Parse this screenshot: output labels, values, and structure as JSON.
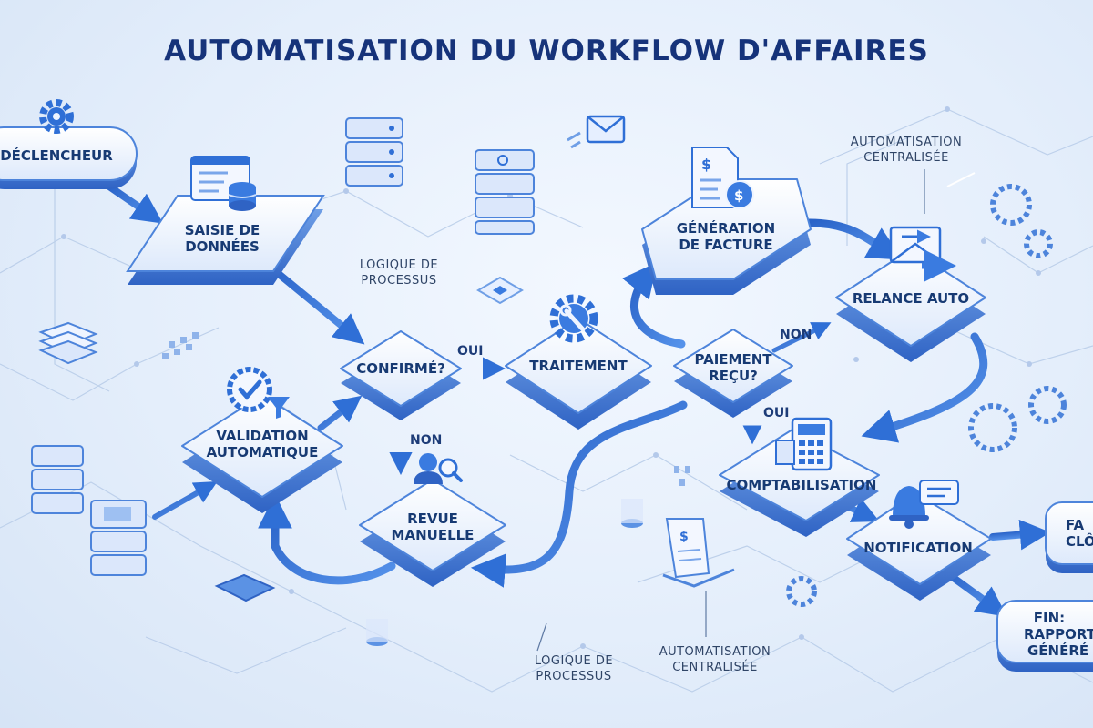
{
  "title": "AUTOMATISATION DU WORKFLOW D'AFFAIRES",
  "nodes": {
    "trigger": [
      "DÉCLENCHEUR"
    ],
    "data_entry": [
      "SAISIE DE",
      "DONNÉES"
    ],
    "confirmed": [
      "CONFIRMÉ?"
    ],
    "processing": [
      "TRAITEMENT"
    ],
    "invoice": [
      "GÉNÉRATION",
      "DE FACTURE"
    ],
    "reminder": [
      "RELANCE AUTO"
    ],
    "payment": [
      "PAIEMENT",
      "REÇU?"
    ],
    "validation": [
      "VALIDATION",
      "AUTOMATIQUE"
    ],
    "manual_review": [
      "REVUE",
      "MANUELLE"
    ],
    "accounting": [
      "COMPTABILISATION"
    ],
    "notification": [
      "NOTIFICATION"
    ],
    "closed": [
      "FA",
      "CLÔ"
    ],
    "end": [
      "FIN:",
      "RAPPORT",
      "GÉNÉRÉ"
    ]
  },
  "edge_labels": {
    "confirmed_yes": "OUI",
    "confirmed_no": "NON",
    "payment_no": "NON",
    "payment_yes": "OUI"
  },
  "annotations": {
    "logic_top": [
      "LOGIQUE DE",
      "PROCESSUS"
    ],
    "logic_bottom": [
      "LOGIQUE DE",
      "PROCESSUS"
    ],
    "central_top": [
      "AUTOMATISATION",
      "CENTRALISÉE"
    ],
    "central_bottom": [
      "AUTOMATISATION",
      "CENTRALISÉE"
    ]
  },
  "icons": {
    "trigger": "gear-icon",
    "data_entry": "form-database-icon",
    "processing": "wrench-gear-icon",
    "invoice": "invoice-dollar-icon",
    "reminder": "email-arrow-icon",
    "validation": "check-filter-icon",
    "manual_review": "person-magnifier-icon",
    "accounting": "calculator-icon",
    "notification": "bell-chat-icon"
  },
  "colors": {
    "accent": "#2f6fd6",
    "arrow": "#3b78d8",
    "box_fill": "#eef4ff",
    "box_side": "#5a8fe0",
    "title": "#16337a"
  }
}
